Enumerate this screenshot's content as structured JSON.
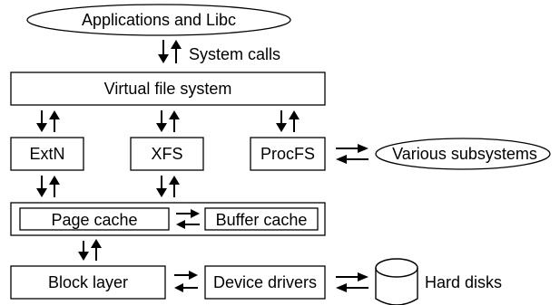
{
  "nodes": {
    "applications": "Applications and Libc",
    "vfs": "Virtual file system",
    "extn": "ExtN",
    "xfs": "XFS",
    "procfs": "ProcFS",
    "various": "Various subsystems",
    "page_cache": "Page cache",
    "buffer_cache": "Buffer cache",
    "block_layer": "Block layer",
    "device_drivers": "Device drivers",
    "hard_disks": "Hard disks"
  },
  "edges": {
    "system_calls": "System calls"
  },
  "colors": {
    "stroke": "#000000",
    "fill": "#ffffff"
  }
}
